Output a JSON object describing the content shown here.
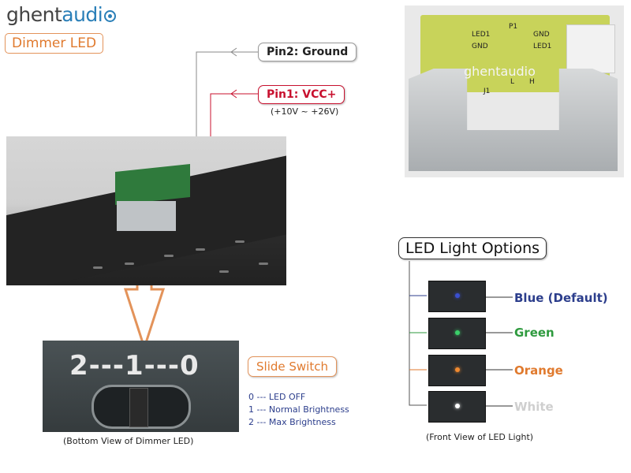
{
  "brand": {
    "name_prefix": "ghent",
    "name_suffix": "audi"
  },
  "page_title": "Dimmer LED",
  "pins": {
    "pin2_label": "Pin2: Ground",
    "pin1_label": "Pin1: VCC+",
    "pin1_range": "(+10V ~ +26V)"
  },
  "pcb_photo": {
    "text_led1": "LED1",
    "text_gnd": "GND",
    "text_p1": "P1",
    "text_gnd_right": "GND",
    "text_led1_right": "LED1",
    "logo": "ghentaudio",
    "text_l": "L",
    "text_h": "H",
    "text_j1": "J1"
  },
  "switch": {
    "positions_label": "2---1---0",
    "tag": "Slide Switch",
    "legend": [
      "0 --- LED OFF",
      "1 --- Normal Brightness",
      "2 --- Max Brightness"
    ],
    "caption": "(Bottom View of Dimmer LED)"
  },
  "led_options": {
    "title": "LED Light Options",
    "items": [
      {
        "label": "Blue (Default)",
        "color": "#2c3e8c",
        "dot": "#3a4fd0"
      },
      {
        "label": "Green",
        "color": "#2e9a3e",
        "dot": "#3bd06a"
      },
      {
        "label": "Orange",
        "color": "#e07a2e",
        "dot": "#f08a30"
      },
      {
        "label": "White",
        "color": "#cfcfcf",
        "dot": "#ffffff"
      }
    ],
    "caption": "(Front View of LED Light)"
  },
  "colors": {
    "accent_orange": "#e07a2e",
    "pin1_red": "#c8102e",
    "brand_blue": "#2a7fb8"
  }
}
